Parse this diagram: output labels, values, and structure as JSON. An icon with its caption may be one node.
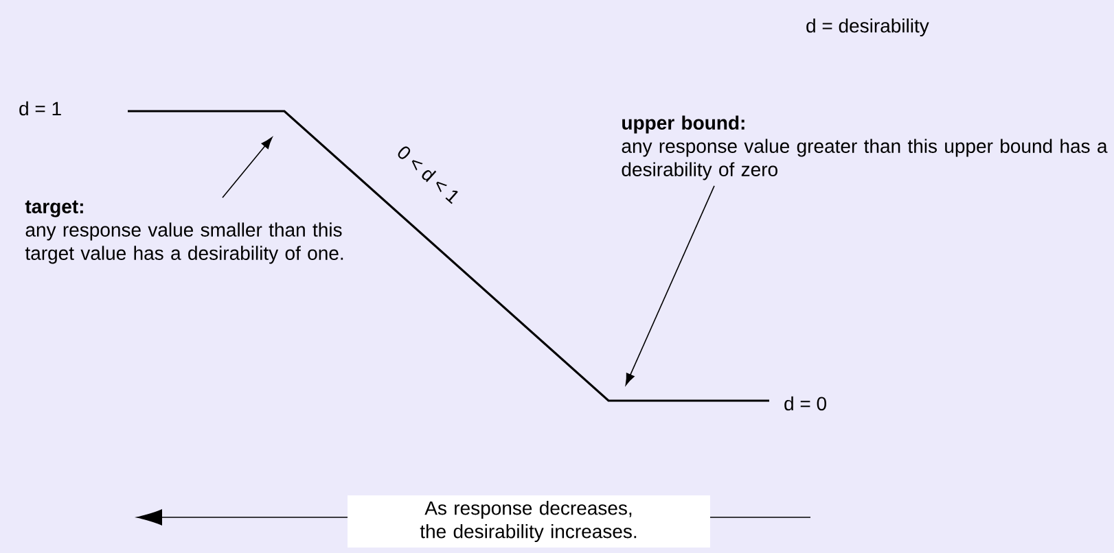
{
  "diagram": {
    "nodes": [
      {
        "text": [
          "target:",
          "any response value smaller than this target value has a desirability of one."
        ]
      },
      {
        "text": [
          "upper bound:",
          "any response value greater than this upper bound has a desirability of zero"
        ]
      }
    ],
    "edges": [
      {
        "from": 0,
        "to": null,
        "arrow": "to"
      },
      {
        "from": 1,
        "to": null,
        "arrow": "to"
      }
    ],
    "labels": [
      "d = desirability",
      "d = 1",
      "0 < d < 1",
      "d = 0",
      "As response decreases, the desirability increases."
    ]
  }
}
